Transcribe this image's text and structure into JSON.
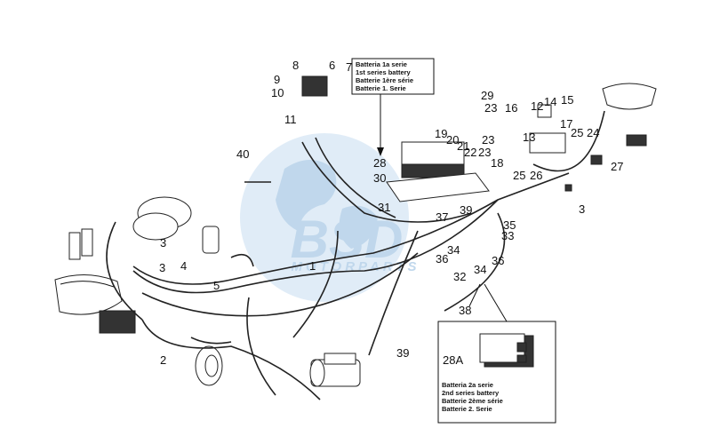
{
  "colors": {
    "ink": "#111111",
    "watermark": "#8db8dd",
    "background": "#ffffff"
  },
  "watermark": {
    "logo_letters": "BSD",
    "text": "MOTORPARTS"
  },
  "battery_box_1": [
    "Batteria 1a serie",
    "1st series battery",
    "Batterie 1ère série",
    "Batterie 1. Serie"
  ],
  "battery_box_2": {
    "ref": "28A",
    "lines": [
      "Batteria 2a serie",
      "2nd series battery",
      "Batterie 2ème série",
      "Batterie 2. Serie"
    ]
  },
  "callouts": [
    "1",
    "2",
    "3",
    "3",
    "3",
    "4",
    "5",
    "6",
    "7",
    "8",
    "9",
    "10",
    "11",
    "12",
    "13",
    "14",
    "15",
    "16",
    "17",
    "18",
    "19",
    "20",
    "21",
    "22",
    "23",
    "23",
    "23",
    "24",
    "25",
    "25",
    "26",
    "27",
    "28",
    "29",
    "30",
    "31",
    "32",
    "33",
    "34",
    "34",
    "35",
    "36",
    "36",
    "37",
    "38",
    "39",
    "39",
    "40"
  ]
}
